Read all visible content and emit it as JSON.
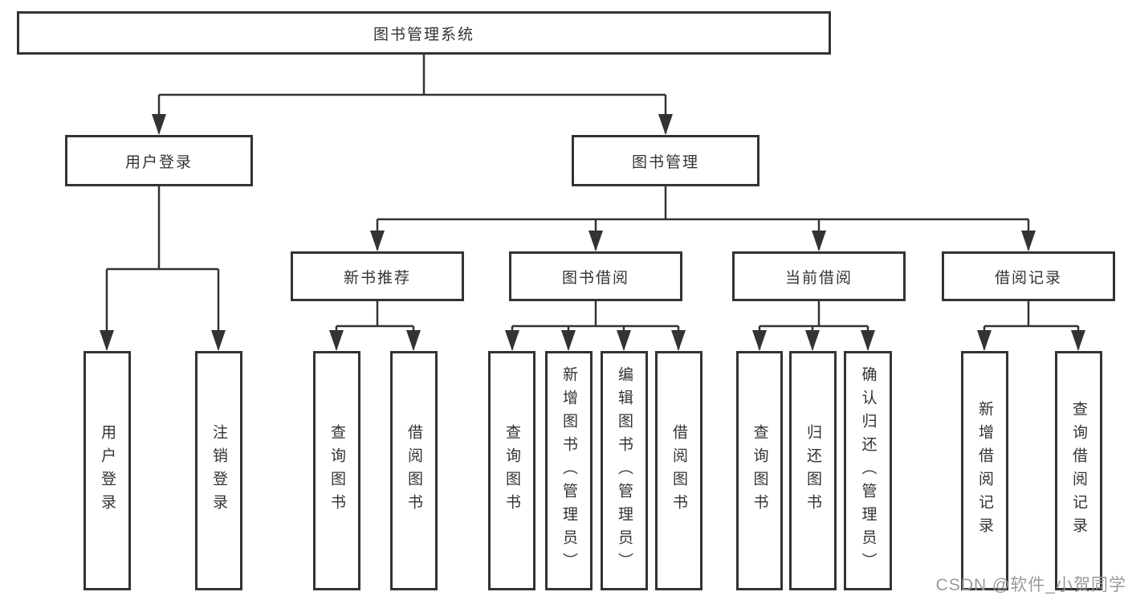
{
  "diagram_type": "function-structure-tree",
  "hierarchy": {
    "label": "图书管理系统",
    "children": [
      {
        "label": "用户登录",
        "children": [
          {
            "label": "用户登录"
          },
          {
            "label": "注销登录"
          }
        ]
      },
      {
        "label": "图书管理",
        "children": [
          {
            "label": "新书推荐",
            "children": [
              {
                "label": "查询图书"
              },
              {
                "label": "借阅图书"
              }
            ]
          },
          {
            "label": "图书借阅",
            "children": [
              {
                "label": "查询图书"
              },
              {
                "label": "新增图书（管理员）"
              },
              {
                "label": "编辑图书（管理员）"
              },
              {
                "label": "借阅图书"
              }
            ]
          },
          {
            "label": "当前借阅",
            "children": [
              {
                "label": "查询图书"
              },
              {
                "label": "归还图书"
              },
              {
                "label": "确认归还（管理员）"
              }
            ]
          },
          {
            "label": "借阅记录",
            "children": [
              {
                "label": "新增借阅记录"
              },
              {
                "label": "查询借阅记录"
              }
            ]
          }
        ]
      }
    ]
  },
  "watermark": {
    "text": "CSDN @软件_小贺同学"
  },
  "colors": {
    "line": "#333333",
    "text": "#333333",
    "box_background": "#ffffff",
    "page_background": "#ffffff",
    "watermark": "#9a9a9a"
  }
}
